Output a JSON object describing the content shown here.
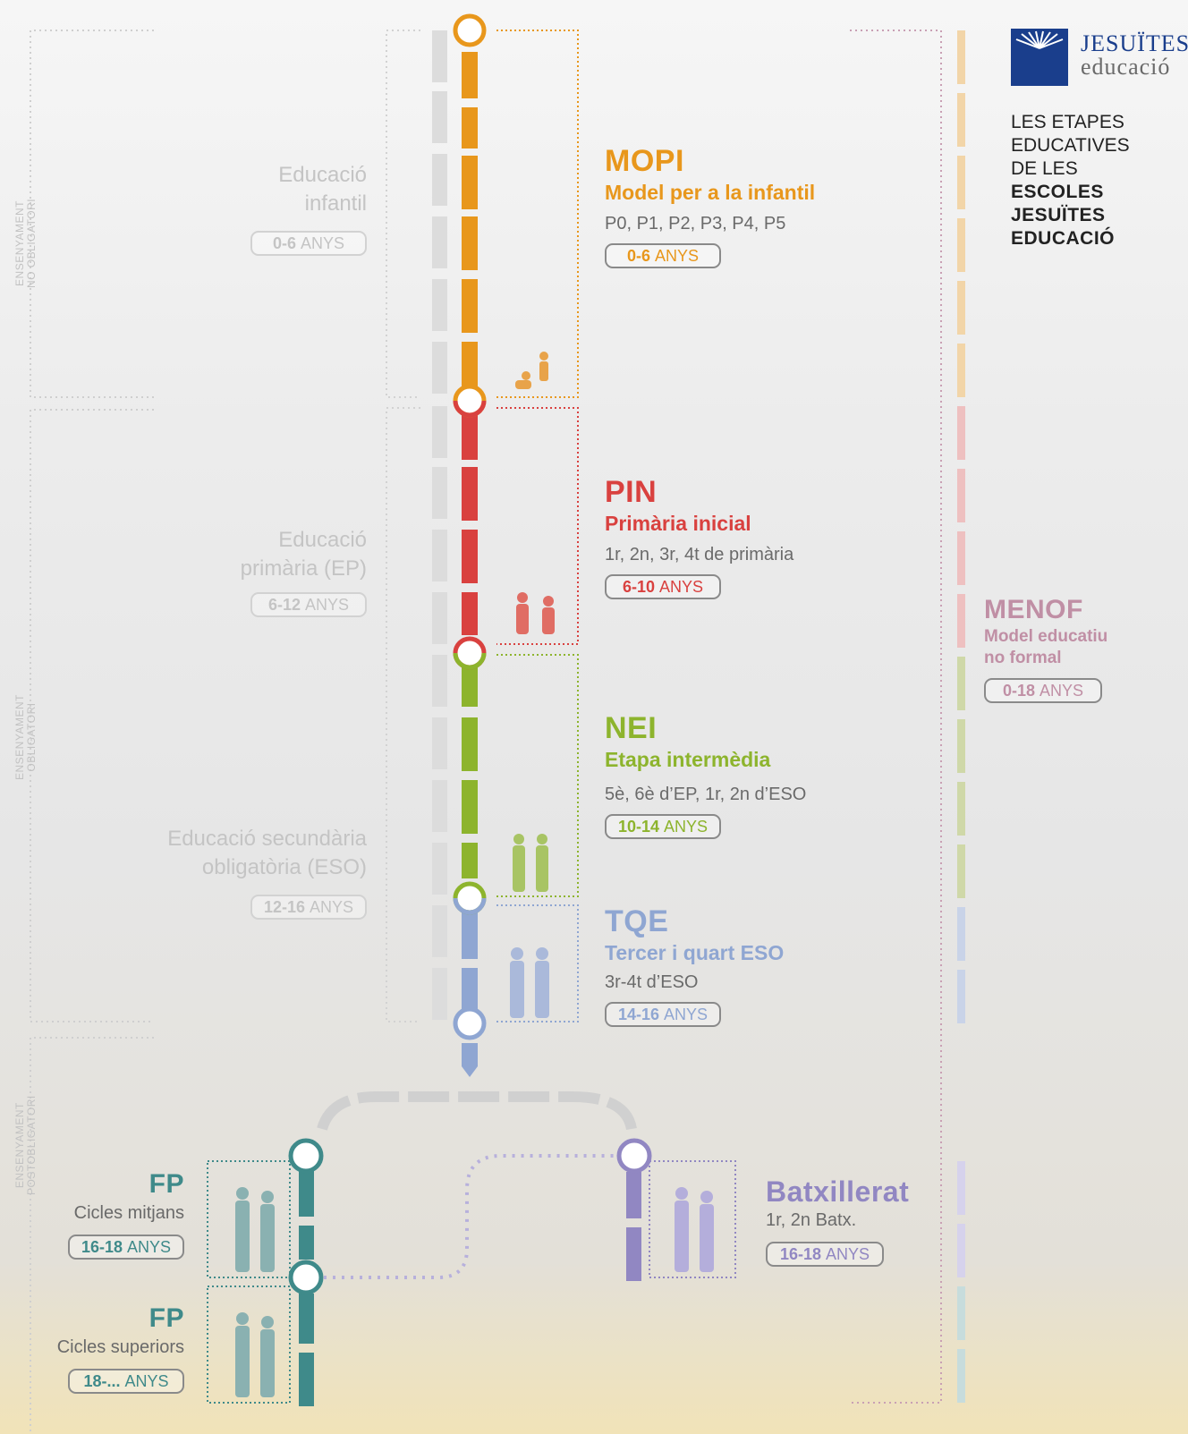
{
  "logo": {
    "line1": "JESUÏTES",
    "line2": "educació"
  },
  "title": {
    "l1": "LES ETAPES",
    "l2": "EDUCATIVES",
    "l3": "DE LES",
    "l4": "ESCOLES",
    "l5": "JESUÏTES",
    "l6": "EDUCACIÓ"
  },
  "side": {
    "no_obligatori": {
      "l1": "ENSENYAMENT",
      "l2": "NO OBLIGATORI"
    },
    "obligatori": {
      "l1": "ENSENYAMENT",
      "l2": "OBLIGATORI"
    },
    "postobligatori": {
      "l1": "ENSENYAMENT",
      "l2": "POSTOBLIGATORI"
    }
  },
  "left": {
    "infantil": {
      "l1": "Educació",
      "l2": "infantil",
      "range": "0-6",
      "unit": "ANYS"
    },
    "primaria": {
      "l1": "Educació",
      "l2": "primària (EP)",
      "range": "6-12",
      "unit": "ANYS"
    },
    "secundaria": {
      "l1": "Educació secundària",
      "l2": "obligatòria (ESO)",
      "range": "12-16",
      "unit": "ANYS"
    }
  },
  "stages": {
    "mopi": {
      "code": "MOPI",
      "name": "Model per a la infantil",
      "desc": "P0, P1, P2, P3, P4, P5",
      "range": "0-6",
      "unit": "ANYS",
      "color": "#e8971c"
    },
    "pin": {
      "code": "PIN",
      "name": "Primària inicial",
      "desc": "1r, 2n, 3r, 4t de primària",
      "range": "6-10",
      "unit": "ANYS",
      "color": "#d9413f"
    },
    "nei": {
      "code": "NEI",
      "name": "Etapa intermèdia",
      "desc": "5è, 6è d’EP, 1r, 2n d’ESO",
      "range": "10-14",
      "unit": "ANYS",
      "color": "#8db42d"
    },
    "tqe": {
      "code": "TQE",
      "name": "Tercer i quart ESO",
      "desc": "3r-4t d’ESO",
      "range": "14-16",
      "unit": "ANYS",
      "color": "#8fa6d2"
    },
    "menof": {
      "code": "MENOF",
      "name_l1": "Model educatiu",
      "name_l2": "no formal",
      "range": "0-18",
      "unit": "ANYS",
      "color": "#c08fa5"
    },
    "fp1": {
      "code": "FP",
      "desc": "Cicles mitjans",
      "range": "16-18",
      "unit": "ANYS",
      "color": "#3f8a8a"
    },
    "fp2": {
      "code": "FP",
      "desc": "Cicles superiors",
      "range": "18-...",
      "unit": "ANYS",
      "color": "#3f8a8a"
    },
    "batx": {
      "code": "Batxillerat",
      "desc": "1r, 2n Batx.",
      "range": "16-18",
      "unit": "ANYS",
      "color": "#9187c2"
    }
  }
}
